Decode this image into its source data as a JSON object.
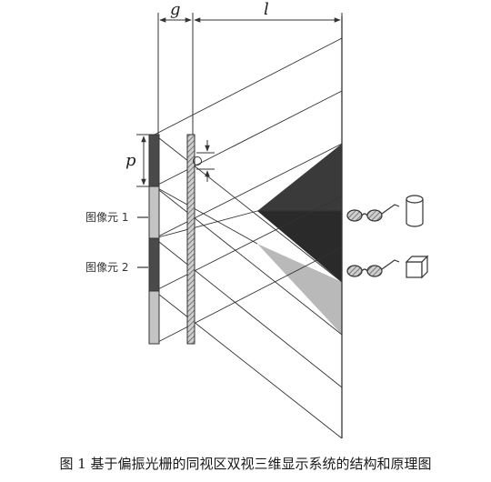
{
  "labels": {
    "gap": "g",
    "distance": "l",
    "pitch": "p",
    "image_element_1": "图像元 1",
    "image_element_2": "图像元 2"
  },
  "caption": "图 1 基于偏振光栅的同视区双视三维显示系统的结构和原理图",
  "colors": {
    "line": "#333333",
    "zone_dark": "#3a3a3a",
    "zone_light": "#b9b9b9",
    "pixel_dark": "#4a4a4a",
    "pixel_light": "#c4c4c4",
    "grating": "#8a8a8a"
  }
}
